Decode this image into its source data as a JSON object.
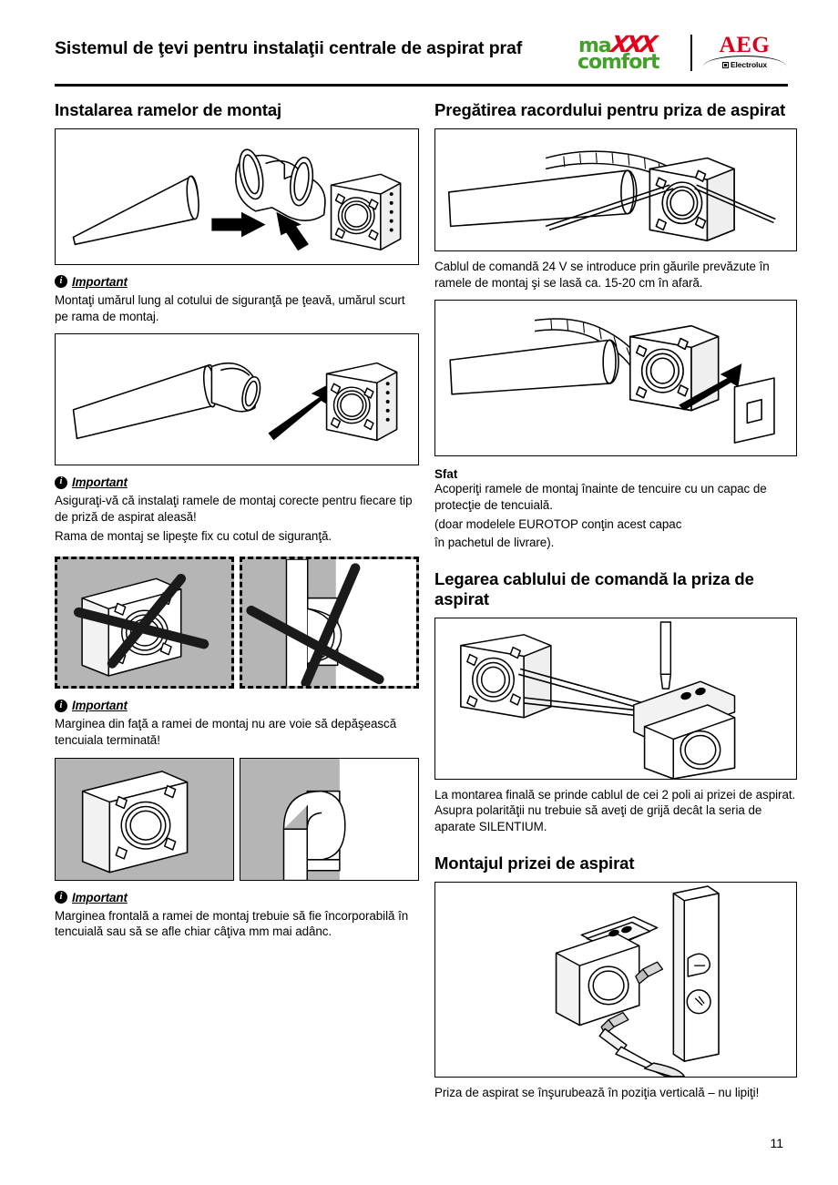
{
  "header": {
    "title": "Sistemul de ţevi pentru instalaţii centrale de aspirat praf",
    "logo_maxx_part1": "ma",
    "logo_maxx_part2": "XXX",
    "logo_maxx_part3": "comfort",
    "logo_aeg": "AEG",
    "logo_aeg_sub": "Electrolux"
  },
  "colors": {
    "brand_green": "#43a12a",
    "brand_red": "#e2001a",
    "aeg_red": "#d9001a",
    "panel_grey": "#b5b5b5"
  },
  "left_column": {
    "heading": "Instalarea ramelor de montaj",
    "note1": {
      "icon": "info-icon",
      "label": "Important",
      "text": "Montaţi umărul lung al cotului de siguranţă pe ţeavă, umărul scurt pe rama de montaj."
    },
    "note2": {
      "icon": "info-icon",
      "label": "Important",
      "text1": "Asiguraţi-vă că instalaţi ramele de montaj corecte pentru fiecare tip de priză de aspirat aleasă!",
      "text2": "Rama de montaj se lipeşte fix cu cotul de siguranţă."
    },
    "note3": {
      "icon": "info-icon",
      "label": "Important",
      "text": "Marginea din faţă a ramei de montaj nu are voie să depăşească tencuiala terminată!"
    },
    "note4": {
      "icon": "info-icon",
      "label": "Important",
      "text": "Marginea frontală a ramei de montaj trebuie să fie încorporabilă în tencuială sau să se afle chiar câţiva mm mai adânc."
    },
    "figures": {
      "fig1_name": "pipe-elbow-mounting-frame-exploded",
      "fig2_name": "pipe-elbow-assembly-arrow",
      "fig3a_name": "mounting-frame-incorrect-crossed",
      "fig3b_name": "elbow-protruding-incorrect-crossed",
      "fig4a_name": "mounting-frame-flush-in-plaster",
      "fig4b_name": "elbow-section-in-wall"
    }
  },
  "right_column": {
    "heading1": "Pregătirea racordului pentru priza de aspirat",
    "text1": "Cablul de comandă 24 V se introduce prin găurile prevăzute în ramele de montaj şi se lasă ca. 15-20 cm în afară.",
    "tip": {
      "label": "Sfat",
      "text1": "Acoperiţi ramele de montaj înainte de tencuire cu un capac de protecţie de tencuială.",
      "text2": "(doar modelele EUROTOP conţin acest capac",
      "text3": "în pachetul de livrare)."
    },
    "heading2": "Legarea cablului de comandă la priza de aspirat",
    "text2": "La montarea finală se prinde cablul de cei 2 poli ai prizei de aspirat. Asupra polarităţii nu trebuie să aveţi de grijă decât la seria de aparate SILENTIUM.",
    "heading3": "Montajul prizei de aspirat",
    "text3": "Priza de aspirat se înşurubează în poziţia verticală – nu lipiţi!",
    "figures": {
      "fig1_name": "control-cable-through-mounting-frame",
      "fig2_name": "plaster-protection-cap-insert",
      "fig3_name": "connecting-cable-to-suction-inlet",
      "fig4_name": "screwing-suction-inlet-vertically"
    }
  },
  "footer": {
    "page_number": "11"
  }
}
